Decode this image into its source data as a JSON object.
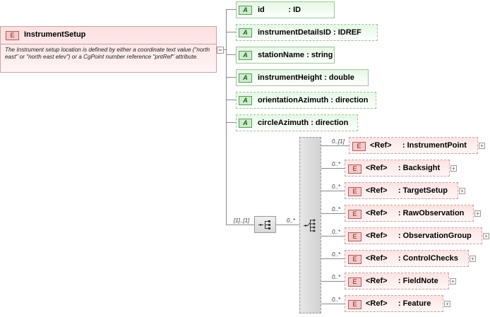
{
  "element": {
    "badge": "E",
    "name": "InstrumentSetup",
    "documentation": "The Instrument setup location is defined by either a coordinate text value (\"north east\" or \"north east elev\") or a CgPoint number reference \"pntRef\" attribute."
  },
  "attributes": [
    {
      "badge": "A",
      "name": "id",
      "sep": "           : ",
      "type": "ID",
      "optional": false
    },
    {
      "badge": "A",
      "name": "instrumentDetailsID",
      "sep": " : ",
      "type": "IDREF",
      "optional": true
    },
    {
      "badge": "A",
      "name": "stationName",
      "sep": " : ",
      "type": "string",
      "optional": false
    },
    {
      "badge": "A",
      "name": "instrumentHeight",
      "sep": " : ",
      "type": "double",
      "optional": false
    },
    {
      "badge": "A",
      "name": "orientationAzimuth",
      "sep": " : ",
      "type": "direction",
      "optional": true
    },
    {
      "badge": "A",
      "name": "circleAzimuth",
      "sep": " : ",
      "type": "direction",
      "optional": true
    }
  ],
  "sequence": {
    "cardinality": "[1]..[1]",
    "choice_cardinality": "0..*"
  },
  "children": [
    {
      "badge": "E",
      "ref": "<Ref>",
      "sep": "     : ",
      "name": "InstrumentPoint",
      "cardinality": "0..[1]",
      "plus": "+"
    },
    {
      "badge": "E",
      "ref": "<Ref>",
      "sep": "     : ",
      "name": "Backsight",
      "cardinality": "0..*",
      "plus": "+"
    },
    {
      "badge": "E",
      "ref": "<Ref>",
      "sep": "     : ",
      "name": "TargetSetup",
      "cardinality": "0..*",
      "plus": "+"
    },
    {
      "badge": "E",
      "ref": "<Ref>",
      "sep": "     : ",
      "name": "RawObservation",
      "cardinality": "0..*",
      "plus": "+"
    },
    {
      "badge": "E",
      "ref": "<Ref>",
      "sep": "     : ",
      "name": "ObservationGroup",
      "cardinality": "0..*",
      "plus": "+"
    },
    {
      "badge": "E",
      "ref": "<Ref>",
      "sep": "     : ",
      "name": "ControlChecks",
      "cardinality": "0..*",
      "plus": "+"
    },
    {
      "badge": "E",
      "ref": "<Ref>",
      "sep": "     : ",
      "name": "FieldNote",
      "cardinality": "0..*",
      "plus": "+"
    },
    {
      "badge": "E",
      "ref": "<Ref>",
      "sep": "     : ",
      "name": "Feature",
      "cardinality": "0..*",
      "plus": "+"
    }
  ],
  "colors": {
    "element_border": "#c9a3a3",
    "attribute_border": "#9cc79c",
    "connector": "#8a8a8a"
  }
}
